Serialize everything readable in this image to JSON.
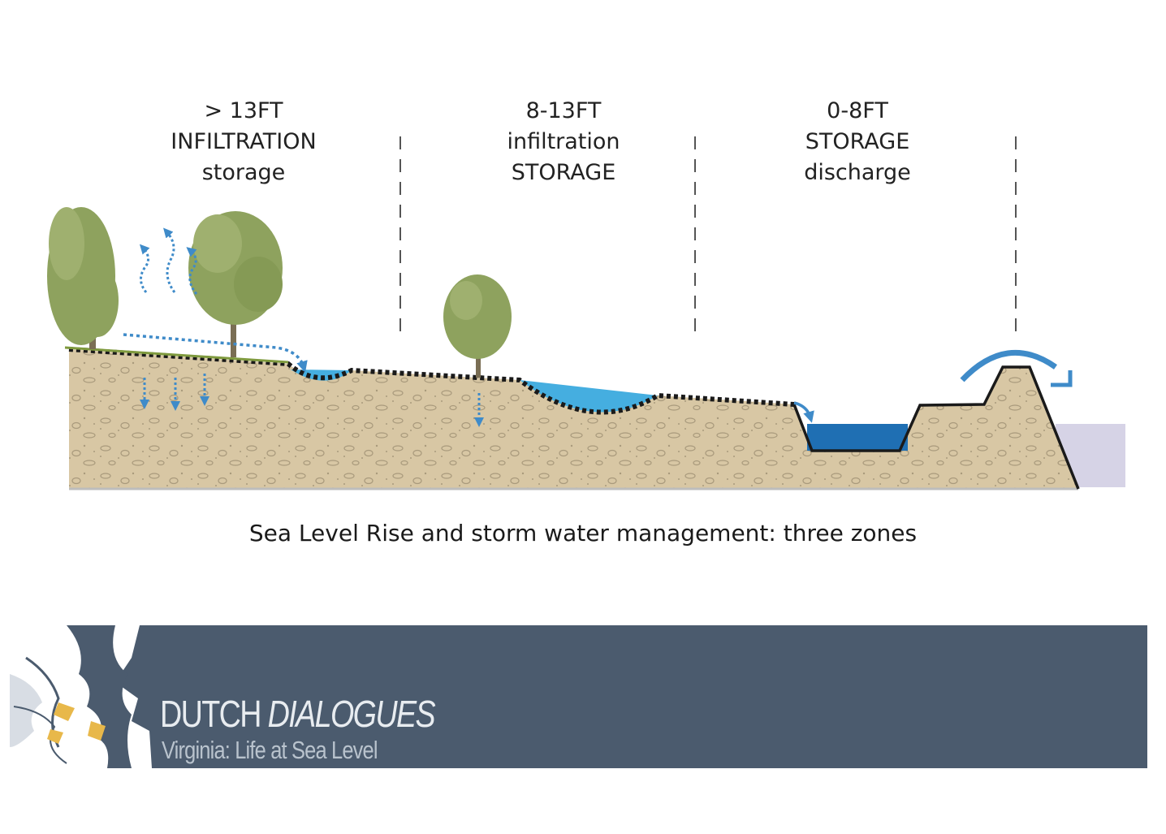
{
  "zones": [
    {
      "lines": [
        "> 13FT",
        "INFILTRATION",
        "storage"
      ]
    },
    {
      "lines": [
        "8-13FT",
        "infiltration",
        "STORAGE"
      ]
    },
    {
      "lines": [
        "0-8FT",
        "STORAGE",
        "discharge"
      ]
    }
  ],
  "caption": "Sea Level Rise and storm water management: three zones",
  "banner": {
    "title_main": "DUTCH",
    "title_italic": "DIALOGUES",
    "subtitle": "Virginia: Life at Sea Level"
  },
  "colors": {
    "soil": "#d8c7a4",
    "water_light": "#45aee0",
    "water_dark": "#1f6fb3",
    "tree": "#8ea25e",
    "arrow": "#3f8bc9",
    "sea": "#d6d3e6",
    "banner": "#4b5b6e"
  }
}
